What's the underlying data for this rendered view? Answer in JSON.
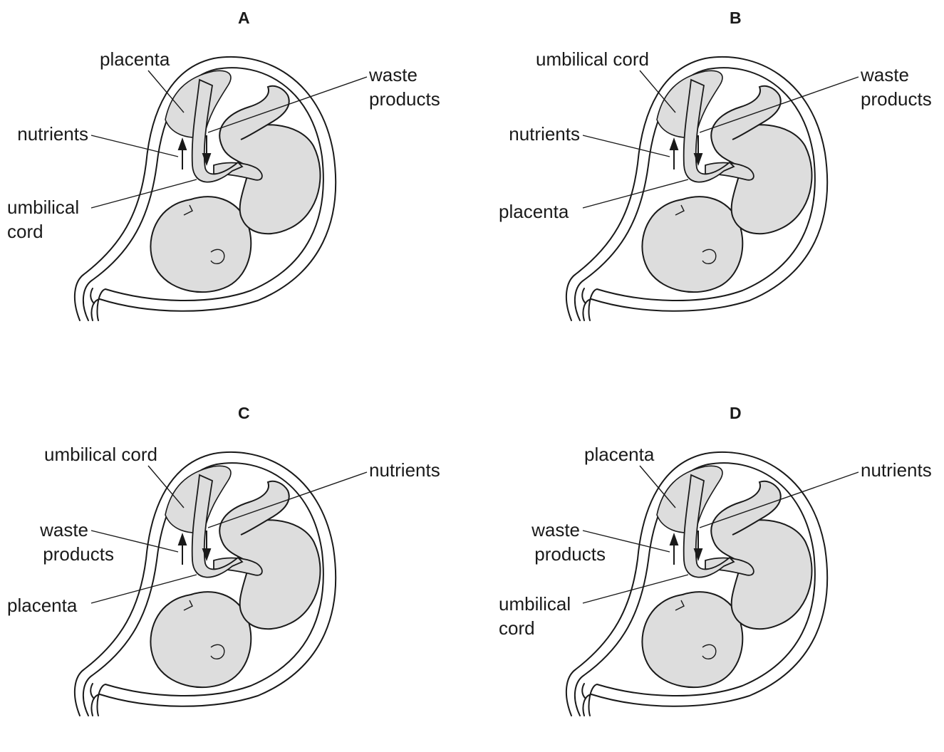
{
  "panels": [
    {
      "letter": "A",
      "labels": {
        "top": "placenta",
        "right1": "waste",
        "right2": "products",
        "left1a": "nutrients",
        "left1b": "",
        "left2a": "umbilical",
        "left2b": "cord"
      }
    },
    {
      "letter": "B",
      "labels": {
        "top": "umbilical cord",
        "right1": "waste",
        "right2": "products",
        "left1a": "nutrients",
        "left1b": "",
        "left2a": "placenta",
        "left2b": ""
      }
    },
    {
      "letter": "C",
      "labels": {
        "top": "umbilical cord",
        "right1": "nutrients",
        "right2": "",
        "left1a": "waste",
        "left1b": "products",
        "left2a": "placenta",
        "left2b": ""
      }
    },
    {
      "letter": "D",
      "labels": {
        "top": "placenta",
        "right1": "nutrients",
        "right2": "",
        "left1a": "waste",
        "left1b": "products",
        "left2a": "umbilical",
        "left2b": "cord"
      }
    }
  ],
  "colors": {
    "fill": "#dddddd",
    "stroke": "#1a1a1a"
  }
}
